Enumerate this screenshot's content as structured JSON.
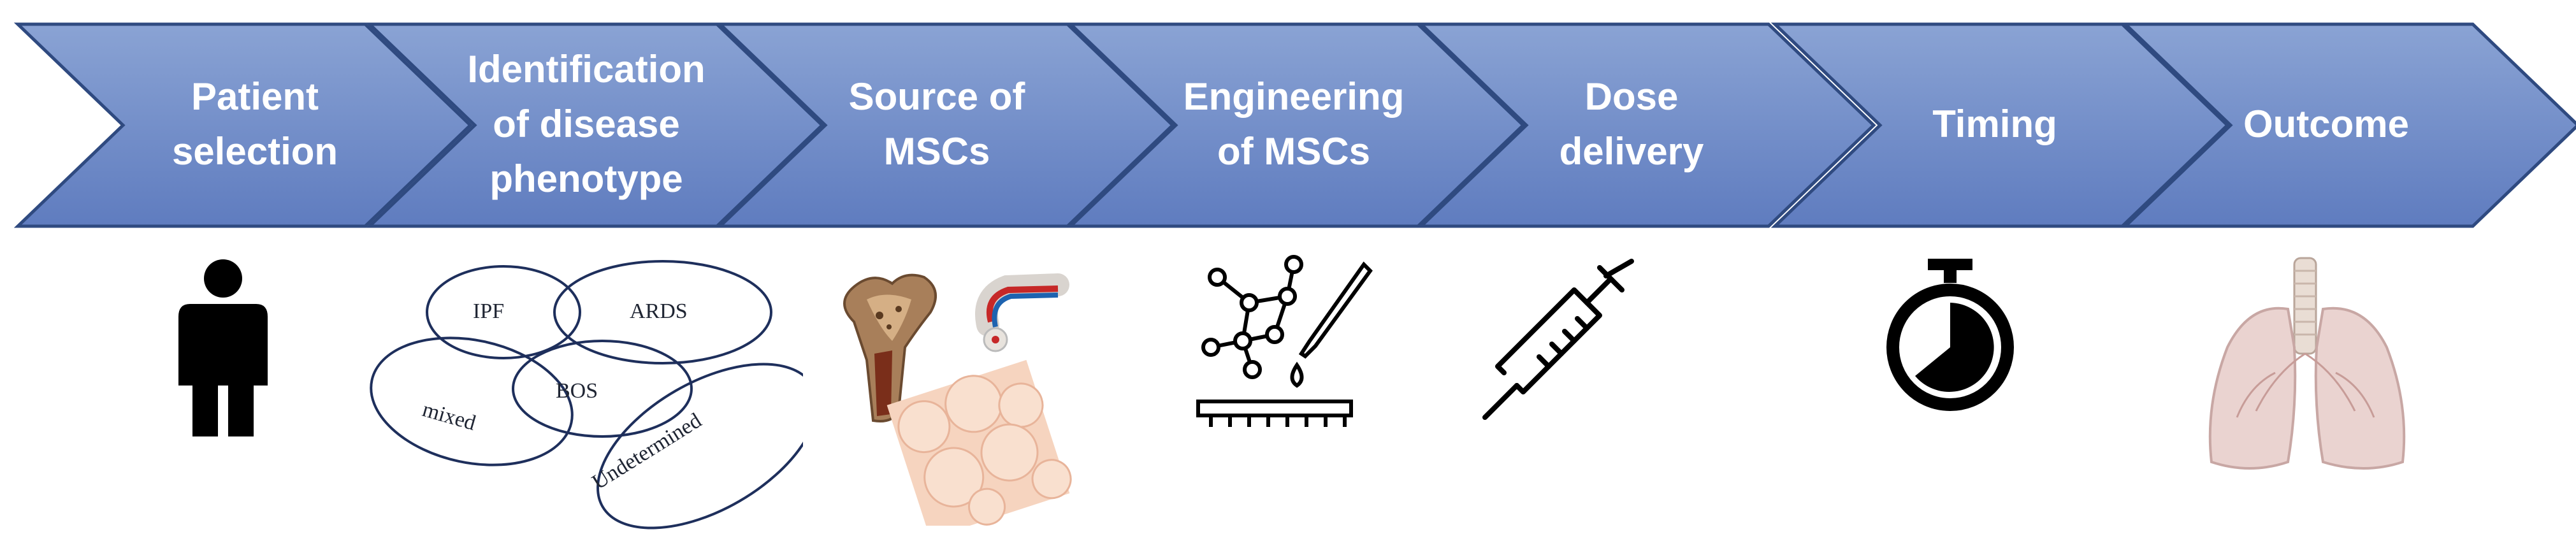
{
  "colors": {
    "chevron_top": "#8aa3d4",
    "chevron_bottom": "#5f7cbf",
    "chevron_edge": "#2f4a80",
    "venn_stroke": "#1e2f5c",
    "icon": "#000000"
  },
  "steps": [
    {
      "lines": [
        "Patient",
        "selection"
      ],
      "icon": "person-icon"
    },
    {
      "lines": [
        "Identification",
        "of disease",
        "phenotype"
      ],
      "icon": "venn-phenotype-diagram"
    },
    {
      "lines": [
        "Source of",
        "MSCs"
      ],
      "icon": "bone-cord-adipose-illustration"
    },
    {
      "lines": [
        "Engineering",
        "of MSCs"
      ],
      "icon": "molecule-pipette-icon"
    },
    {
      "lines": [
        "Dose",
        "delivery"
      ],
      "icon": "syringe-icon"
    },
    {
      "lines": [
        "Timing"
      ],
      "icon": "stopwatch-icon"
    },
    {
      "lines": [
        "Outcome"
      ],
      "icon": "lungs-illustration"
    }
  ],
  "phenotypes": {
    "ipf": "IPF",
    "ards": "ARDS",
    "bos": "BOS",
    "mixed": "mixed",
    "undetermined": "Undetermined"
  }
}
